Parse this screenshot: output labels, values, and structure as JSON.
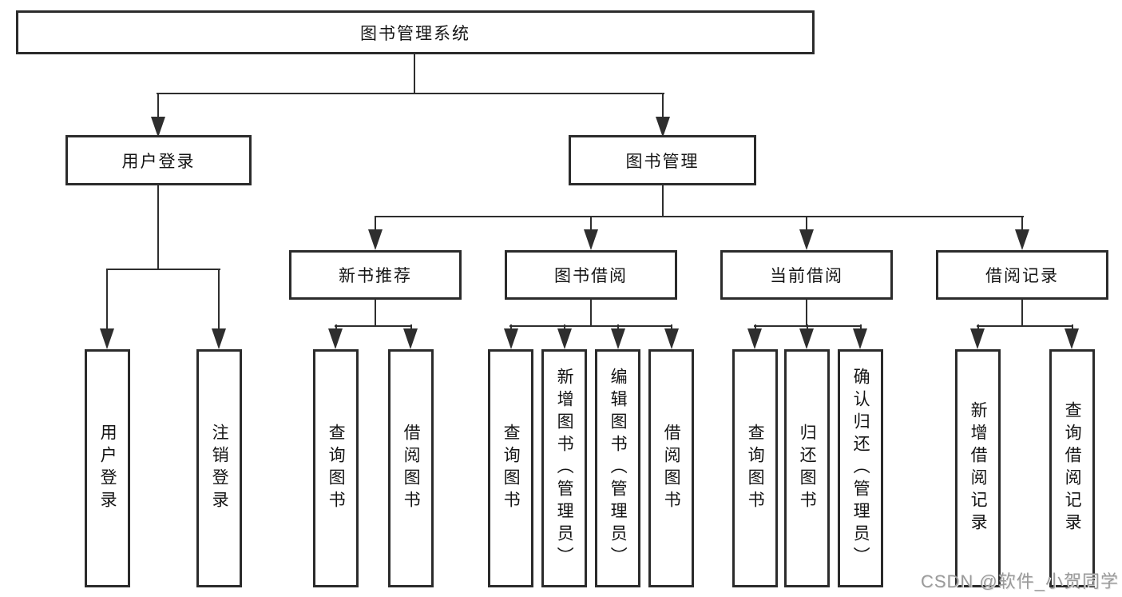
{
  "diagram": {
    "type": "hierarchy-tree",
    "colors": {
      "box_border": "#2b2b2b",
      "line": "#2e2e2e",
      "text": "#141414",
      "watermark": "#9a9a9a",
      "background": "#ffffff"
    },
    "nodes": {
      "root": {
        "label": "图书管理系统"
      },
      "user_login": {
        "label": "用户登录"
      },
      "book_mgmt": {
        "label": "图书管理"
      },
      "new_book_rec": {
        "label": "新书推荐"
      },
      "book_borrow": {
        "label": "图书借阅"
      },
      "current_borrow": {
        "label": "当前借阅"
      },
      "borrow_records": {
        "label": "借阅记录"
      },
      "ul_user_login": {
        "label": "用户登录"
      },
      "ul_logout": {
        "label": "注销登录"
      },
      "nb_query_book": {
        "label": "查询图书"
      },
      "nb_borrow_book": {
        "label": "借阅图书"
      },
      "bb_query_book": {
        "label": "查询图书"
      },
      "bb_add_book": {
        "label": "新增图书（管理员）"
      },
      "bb_edit_book": {
        "label": "编辑图书（管理员）"
      },
      "bb_borrow_book": {
        "label": "借阅图书"
      },
      "cb_query_book": {
        "label": "查询图书"
      },
      "cb_return_book": {
        "label": "归还图书"
      },
      "cb_confirm_return": {
        "label": "确认归还（管理员）"
      },
      "br_add_record": {
        "label": "新增借阅记录"
      },
      "br_query_record": {
        "label": "查询借阅记录"
      }
    },
    "hierarchy": {
      "图书管理系统": {
        "用户登录": [
          "用户登录",
          "注销登录"
        ],
        "图书管理": {
          "新书推荐": [
            "查询图书",
            "借阅图书"
          ],
          "图书借阅": [
            "查询图书",
            "新增图书（管理员）",
            "编辑图书（管理员）",
            "借阅图书"
          ],
          "当前借阅": [
            "查询图书",
            "归还图书",
            "确认归还（管理员）"
          ],
          "借阅记录": [
            "新增借阅记录",
            "查询借阅记录"
          ]
        }
      }
    }
  },
  "watermark": {
    "text": "CSDN @软件_小贺同学"
  }
}
